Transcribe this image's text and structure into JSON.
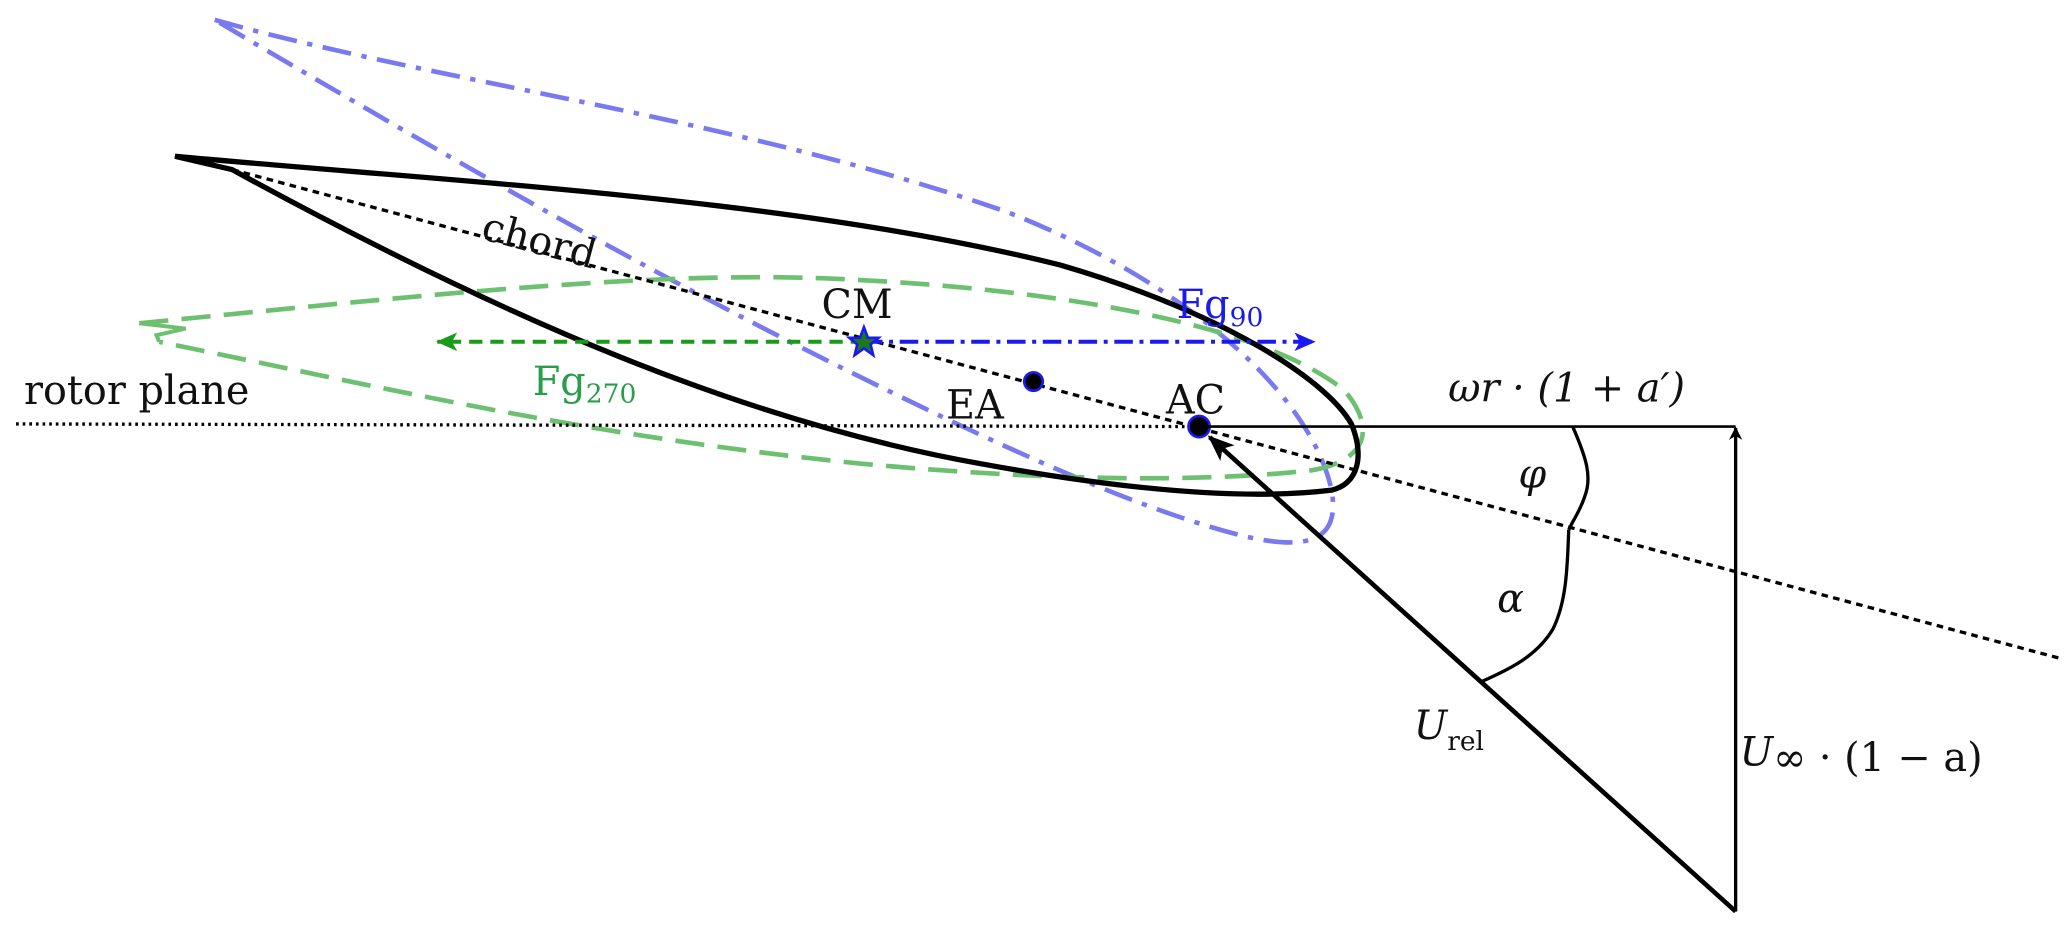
{
  "labels": {
    "rotor_plane": "rotor plane",
    "chord": "chord",
    "cm": "CM",
    "ea": "EA",
    "ac": "AC",
    "fg90_main": "Fg",
    "fg90_sub": "90",
    "fg270_main": "Fg",
    "fg270_sub": "270",
    "omega_r": "ωr · (1 + a′)",
    "phi": "φ",
    "alpha": "α",
    "urel_main": "U",
    "urel_sub": "rel",
    "uinf_main": "U",
    "uinf_rest": "∞ · (1 − a)"
  },
  "colors": {
    "green_locus": "#6cc070",
    "green_arrow": "#1a9a1a",
    "green_label": "#2a9d4a",
    "blue_locus": "#7a7af0",
    "blue_arrow": "#1a1af0",
    "blue_label": "#1a1af0",
    "black": "#000000"
  }
}
